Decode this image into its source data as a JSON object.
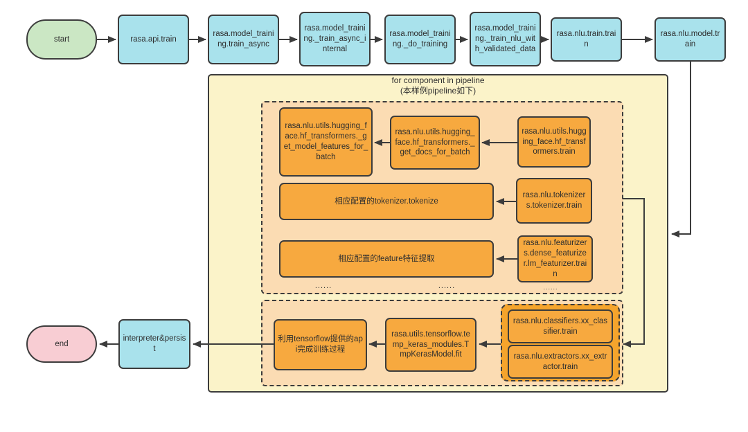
{
  "colors": {
    "process_box_fill": "#a9e2ec",
    "start_fill": "#cbe7c4",
    "end_fill": "#f8cdd3",
    "loop_container_fill": "#fbf3c9",
    "stage_container_fill": "#fbdcb3",
    "inner_box_fill": "#f7a93f",
    "group_fill": "#f5a42c",
    "line_color": "#3c3c3c"
  },
  "loop": {
    "title_line1": "for component in pipeline",
    "title_line2": "(本样例pipeline如下)"
  },
  "nodes": {
    "start": "start",
    "api_train": "rasa.api.train",
    "train_async": "rasa.model_training.train_async",
    "train_async_internal": "rasa.model_training._train_async_internal",
    "do_training": "rasa.model_training._do_training",
    "train_nlu_with_validated_data": "rasa.model_training._train_nlu_with_validated_data",
    "nlu_train": "rasa.nlu.train.train",
    "nlu_model_train": "rasa.nlu.model.train",
    "hf_get_model_features": "rasa.nlu.utils.hugging_face.hf_transformers._get_model_features_for_batch",
    "hf_get_docs": "rasa.nlu.utils.hugging_face.hf_transformers._get_docs_for_batch",
    "hf_train": "rasa.nlu.utils.hugging_face.hf_transformers.train",
    "tokenizer_tokenize": "相应配置的tokenizer.tokenize",
    "tokenizer_train": "rasa.nlu.tokenizers.tokenizer.train",
    "featurizer_extract": "相应配置的feature特征提取",
    "featurizer_train": "rasa.nlu.featurizers.dense_featurizer.lm_featurizer.train",
    "classifier_train": "rasa.nlu.classifiers.xx_classifier.train",
    "extractor_train": "rasa.nlu.extractors.xx_extractor.train",
    "keras_fit": "rasa.utils.tensorflow.temp_keras_modules.TmpKerasModel.fit",
    "tensorflow_api": "利用tensorflow提供的api完成训练过程",
    "interpreter_persist": "interpreter&persist",
    "end": "end"
  },
  "ellipsis": "......"
}
